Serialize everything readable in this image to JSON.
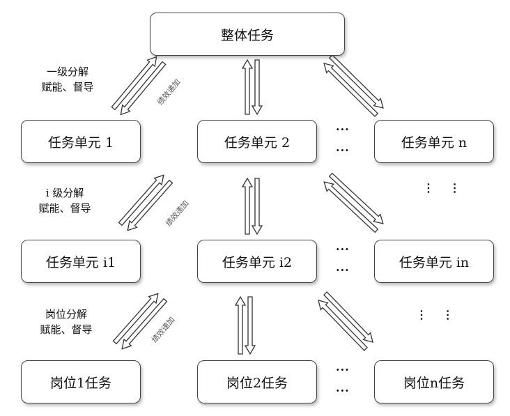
{
  "nodes": {
    "overall": "整体任务",
    "unit1": "任务单元 1",
    "unit2": "任务单元 2",
    "unitn": "任务单元 n",
    "unit_i1": "任务单元 i1",
    "unit_i2": "任务单元 i2",
    "unit_in": "任务单元 in",
    "post1": "岗位1任务",
    "post2": "岗位2任务",
    "postn": "岗位n任务"
  },
  "labels": {
    "level1_a": "一级分解",
    "level1_b": "赋能、督导",
    "level_i_a": "i 级分解",
    "level_i_b": "赋能、督导",
    "post_a": "岗位分解",
    "post_b": "赋能、督导",
    "feedback1": "绩效递加",
    "feedback2": "绩效递加",
    "feedback3": "绩效递加"
  },
  "ellipsis": {
    "h": "···",
    "v": "⋮ ⋮"
  }
}
